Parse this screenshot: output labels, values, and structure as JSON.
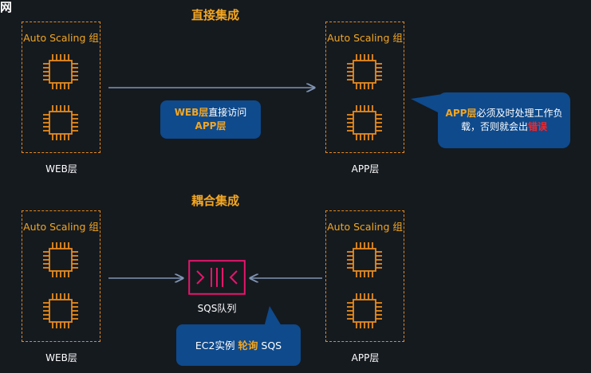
{
  "corner_text": "网",
  "sections": {
    "direct": {
      "title": "直接集成"
    },
    "coupled": {
      "title": "耦合集成"
    }
  },
  "asg_label": "Auto Scaling 组",
  "tiers": {
    "web": "WEB层",
    "app": "APP层"
  },
  "callouts": {
    "web_direct": {
      "part1": "WEB层",
      "part2": "直接访问",
      "part3": "APP层"
    },
    "app_must": {
      "part1": "APP层",
      "part2": "必须及时处理工作负",
      "part3": "载，否则就会出",
      "part4": "错误"
    },
    "ec2_poll": {
      "part1": "EC2实例 ",
      "part2": "轮询",
      "part3": " SQS"
    }
  },
  "sqs": {
    "label": "SQS队列"
  },
  "colors": {
    "background": "#151a1f",
    "accent_orange": "#e8891c",
    "callout_blue": "#0e4a8c",
    "sqs_pink": "#e7156b",
    "arrow": "#7f93b2",
    "error_red": "#ff2222"
  },
  "icons": {
    "instance": "ec2-chip-icon",
    "queue": "sqs-queue-icon"
  }
}
